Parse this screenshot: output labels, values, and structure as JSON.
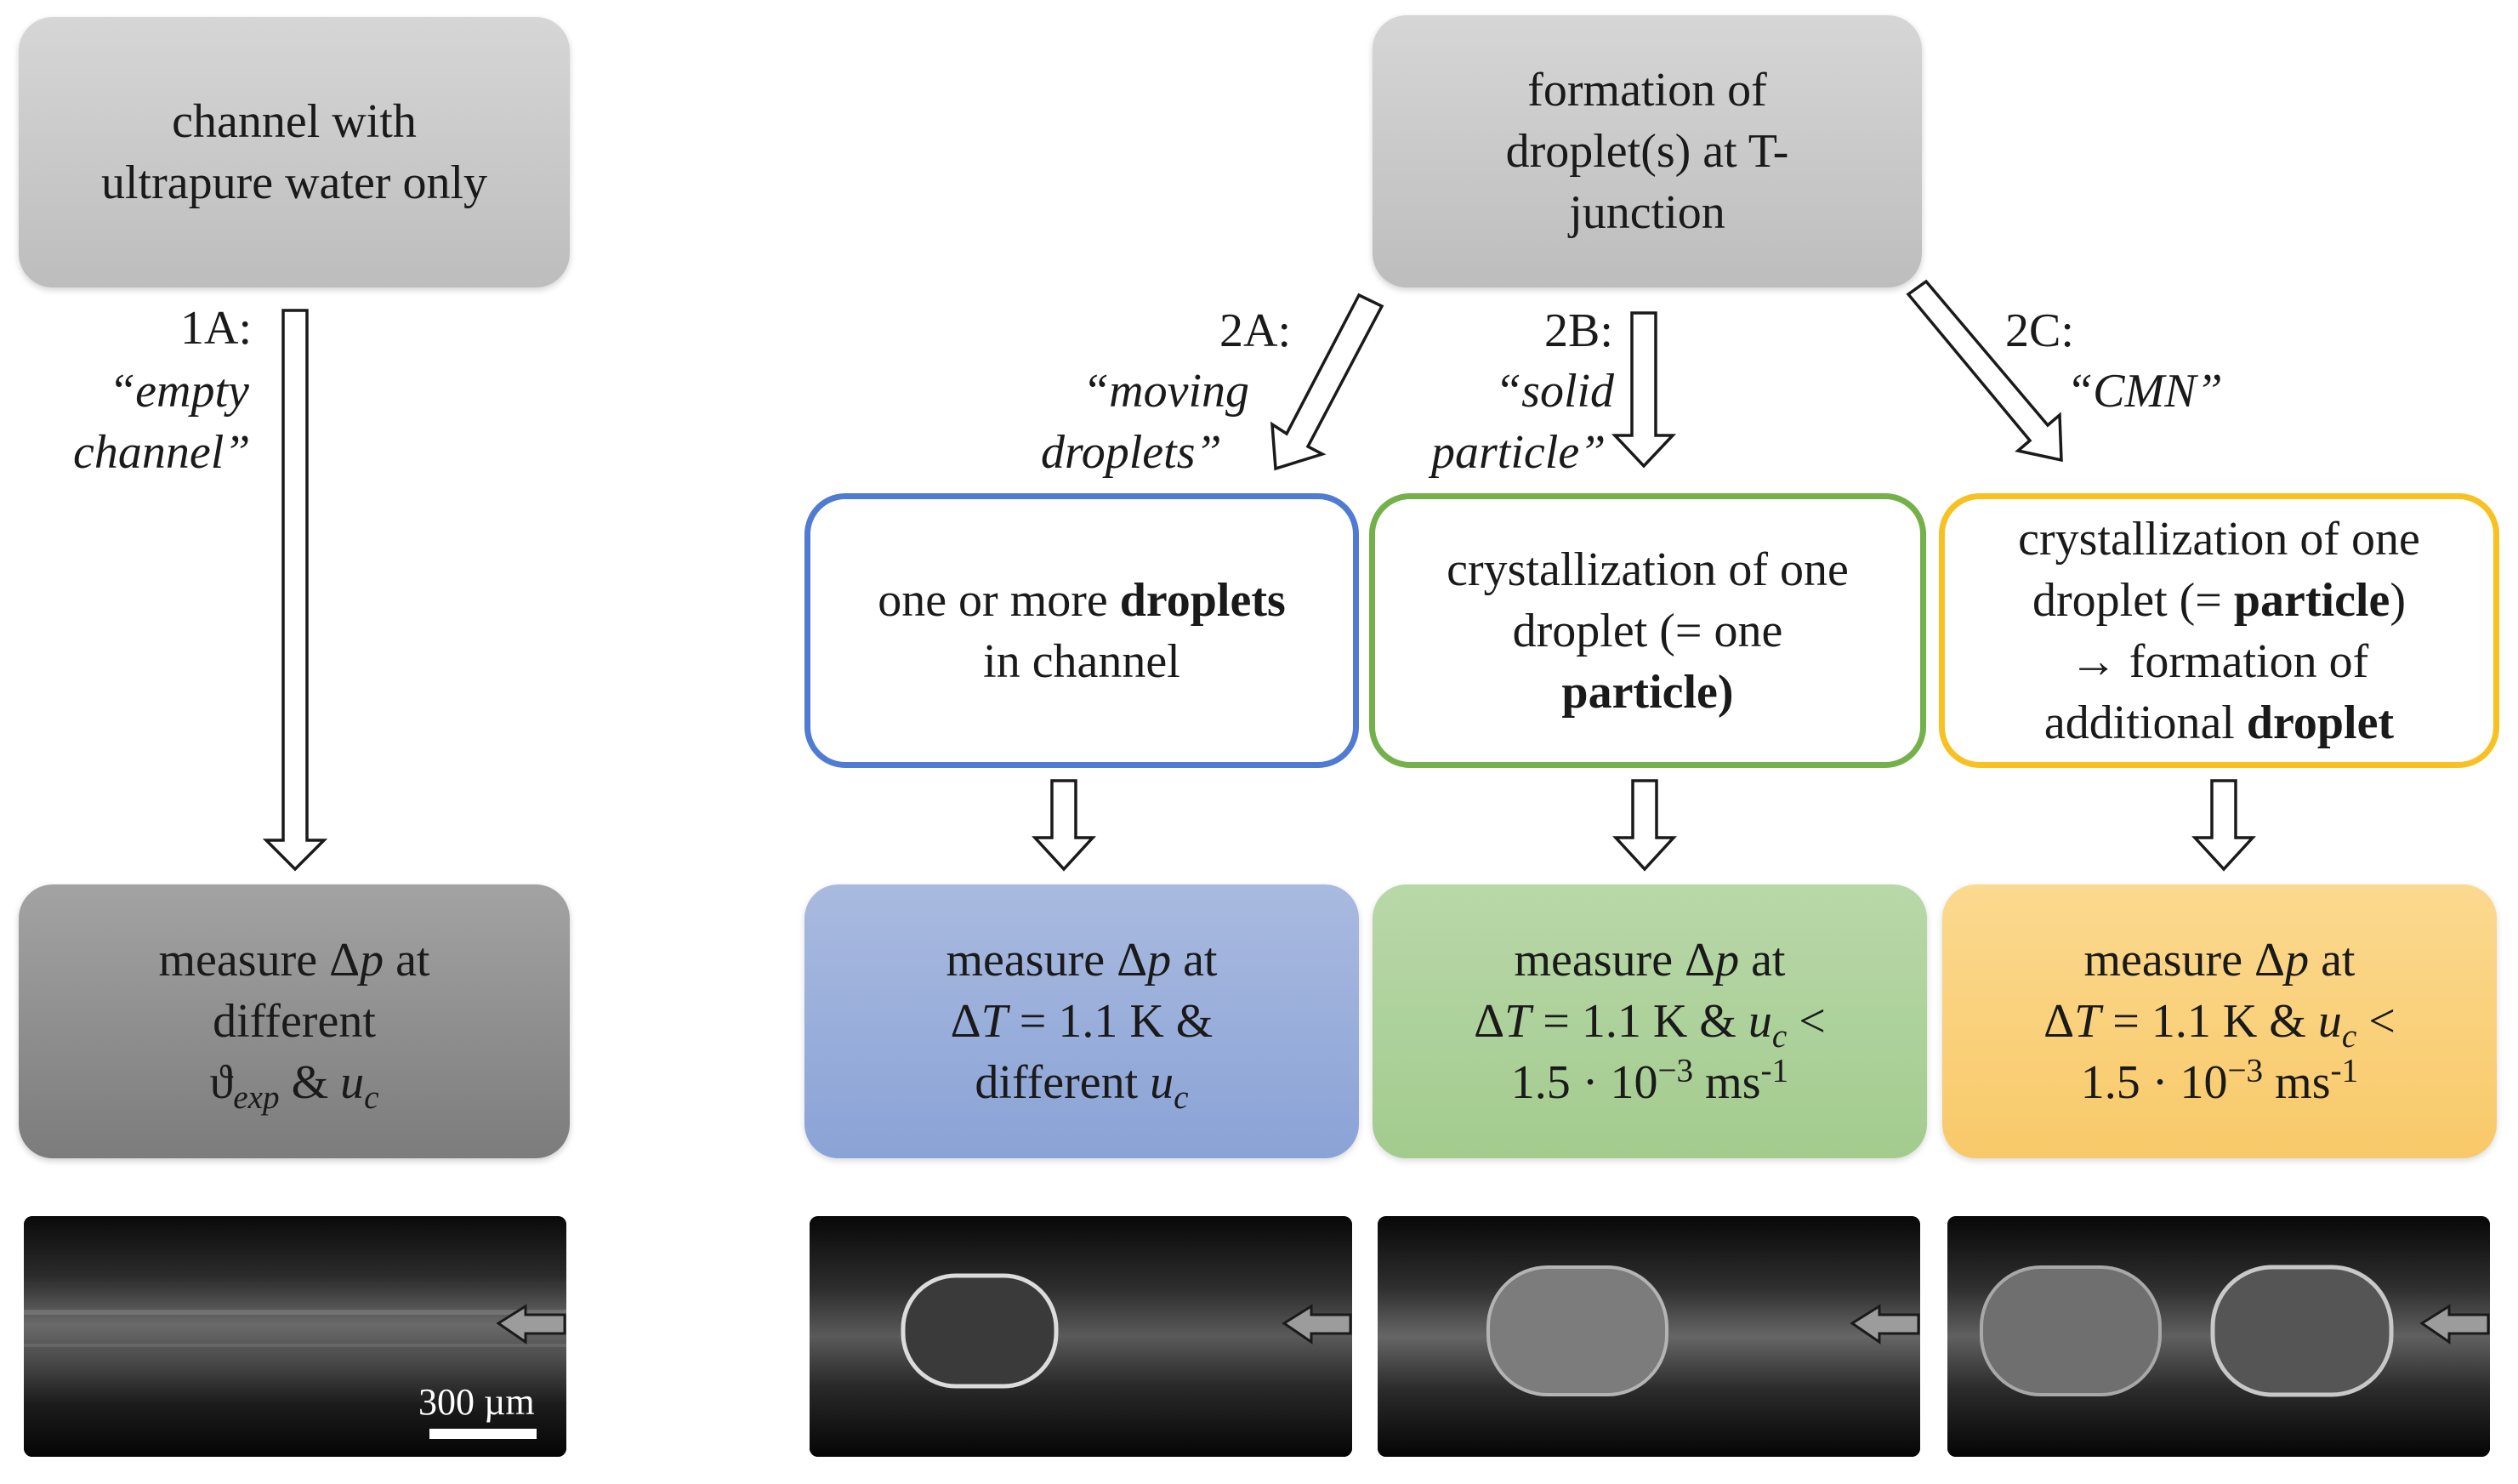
{
  "colors": {
    "blue": "#4f7bd2",
    "green": "#74b14a",
    "yellow": "#f8c121"
  },
  "boxes": {
    "start_empty": [
      "channel with",
      "ultrapure water only"
    ],
    "start_droplet": [
      "formation of",
      "droplet(s) at T-",
      "junction"
    ],
    "blue_outline": {
      "line1_a": "one or more ",
      "line1_b": "droplets",
      "line2": "in channel"
    },
    "green_outline": {
      "line1": "crystallization of one",
      "line2": "droplet (= one",
      "line3_b": "particle",
      "line3_c": ")"
    },
    "yellow_outline": {
      "line1": "crystallization of one",
      "line2_a": "droplet (= ",
      "line2_b": "particle",
      "line2_c": ")",
      "line3": "→ formation of",
      "line4_a": "additional ",
      "line4_b": "droplet"
    },
    "gray_measure": {
      "line1_a": "measure Δ",
      "line1_var": "p",
      "line1_b": " at",
      "line2": "different",
      "line3_var1": "ϑ",
      "line3_sub1": "exp",
      "line3_mid": " & ",
      "line3_var2": "u",
      "line3_sub2": "c"
    },
    "blue_measure": {
      "line1_a": "measure Δ",
      "line1_var": "p",
      "line1_b": " at",
      "line2_a": "Δ",
      "line2_var": "T",
      "line2_b": " = 1.1 K &",
      "line3_a": "different ",
      "line3_var": "u",
      "line3_sub": "c"
    },
    "green_measure": {
      "line1_a": "measure  Δ",
      "line1_var": "p",
      "line1_b": " at",
      "line2_a": "Δ",
      "line2_var": "T",
      "line2_b": " = 1.1 K & ",
      "line2_var2": "u",
      "line2_sub": "c",
      "line2_c": " <",
      "line3_a": "1.5 · 10",
      "line3_sup": "−3",
      "line3_b": " ms",
      "line3_sup2": "-1"
    },
    "yellow_measure": {
      "line1_a": "measure  Δ",
      "line1_var": "p",
      "line1_b": " at",
      "line2_a": "Δ",
      "line2_var": "T",
      "line2_b": " = 1.1 K & ",
      "line2_var2": "u",
      "line2_sub": "c",
      "line2_c": " <",
      "line3_a": "1.5 · 10",
      "line3_sup": "−3",
      "line3_b": " ms",
      "line3_sup2": "-1"
    }
  },
  "labels": {
    "l1a_code": "1A:",
    "l1a_quote": [
      "“empty",
      "channel”"
    ],
    "l2a_code": "2A:",
    "l2a_quote": [
      "“moving",
      "droplets”"
    ],
    "l2b_code": "2B:",
    "l2b_quote": [
      "“solid",
      "particle”"
    ],
    "l2c_code": "2C:",
    "l2c_quote": "“CMN”"
  },
  "scale_bar": "300 µm"
}
